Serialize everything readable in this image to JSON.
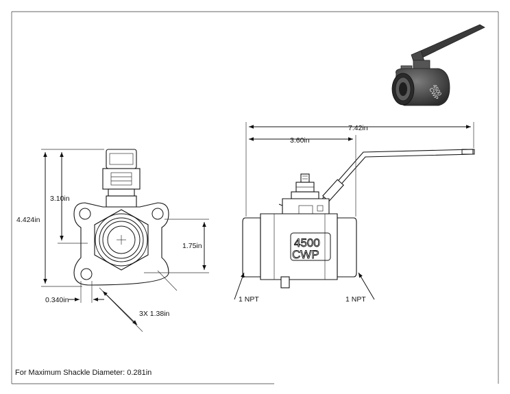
{
  "dimensions": {
    "height_top": "3.10in",
    "height_total": "4.424in",
    "port_center": "1.75in",
    "flange_offset": "0.340in",
    "bolt_circle": "3X 1.38in",
    "overall_length": "7.42in",
    "body_length": "3.60in",
    "npt_left": "1 NPT",
    "npt_right": "1 NPT"
  },
  "body_marking": {
    "line1": "4500",
    "line2": "CWP"
  },
  "iso_marking": {
    "line1": "4500",
    "line2": "CWP"
  },
  "note": "For Maximum Shackle Diameter: 0.281in"
}
